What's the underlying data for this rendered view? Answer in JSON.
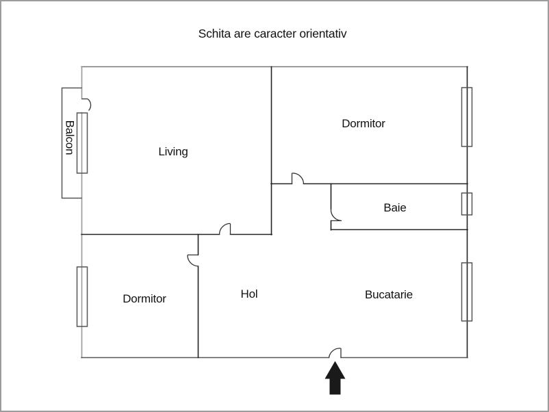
{
  "title": "Schita are caracter orientativ",
  "rooms": {
    "balcon": {
      "label": "Balcon"
    },
    "living": {
      "label": "Living"
    },
    "dormitor_top": {
      "label": "Dormitor"
    },
    "baie": {
      "label": "Baie"
    },
    "dormitor_bottom": {
      "label": "Dormitor"
    },
    "hol": {
      "label": "Hol"
    },
    "bucatarie": {
      "label": "Bucatarie"
    }
  },
  "icons": {
    "entrance_arrow": "arrow-up"
  },
  "colors": {
    "wall": "#222222",
    "outer_left_wall": "#999999",
    "outer_top_wall": "#777777",
    "outer_bottom_wall": "#555555",
    "window": "#555555",
    "door": "#333333",
    "balcony": "#555555",
    "text": "#111111",
    "arrow": "#1a1a1a",
    "background": "#ffffff"
  }
}
